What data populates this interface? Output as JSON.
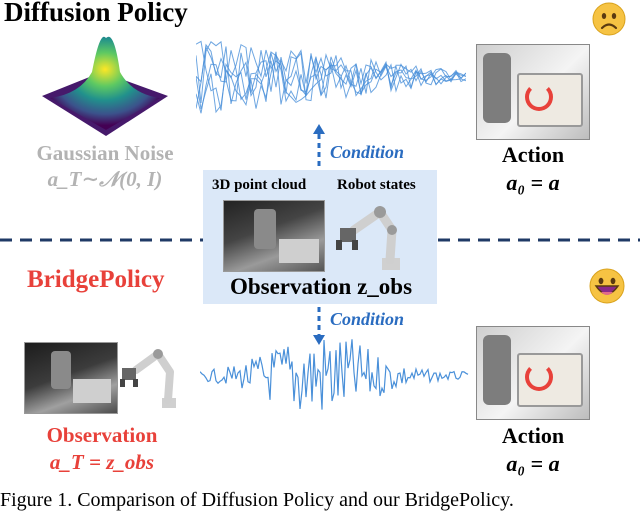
{
  "top": {
    "title": "Diffusion Policy",
    "noise_label_1": "Gaussian Noise",
    "noise_label_2": "a_T∼𝒩(0, I)",
    "condition": "Condition",
    "action_label": "Action",
    "action_formula": "a₀ = a"
  },
  "middle": {
    "pointcloud_label": "3D point cloud",
    "robot_label": "Robot states",
    "observation_title": "Observation z_obs"
  },
  "bottom": {
    "title": "BridgePolicy",
    "condition": "Condition",
    "obs_label": "Observation",
    "obs_formula": "a_T = z_obs",
    "action_label": "Action",
    "action_formula": "a₀ = a"
  },
  "caption": "Figure 1. Comparison of Diffusion Policy and our BridgePolicy.",
  "colors": {
    "accent_red": "#e8413a",
    "accent_blue": "#2a6cc0",
    "panel_blue": "#dbe8f8",
    "wave_blue": "#4a90d9"
  }
}
